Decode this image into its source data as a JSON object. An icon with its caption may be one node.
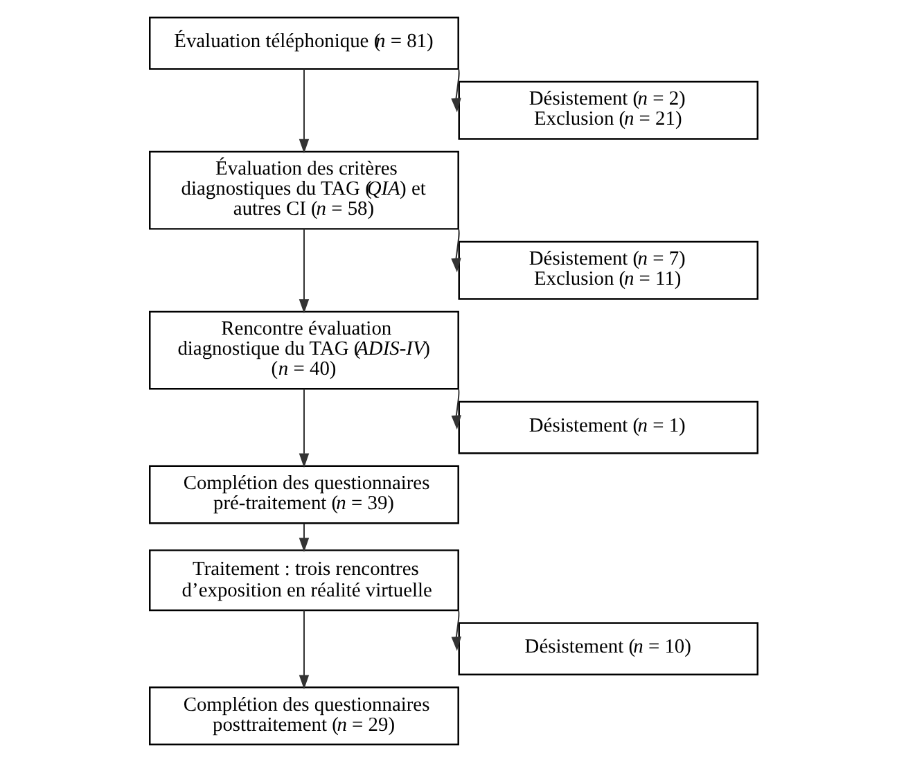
{
  "diagram": {
    "nodes": [
      {
        "text": [
          "Évaluation téléphonique (*n* = 81)"
        ]
      },
      {
        "text": [
          "Désistement (*n* = 2)",
          "Exclusion (*n* = 21)"
        ]
      },
      {
        "text": [
          "Évaluation des critères diagnostiques du TAG (*QIA*) et autres CI (*n* = 58)"
        ]
      },
      {
        "text": [
          "Désistement (*n* = 7)",
          "Exclusion (*n* = 11)"
        ]
      },
      {
        "text": [
          "Rencontre évaluation diagnostique du TAG (*ADIS-IV*) (*n* = 40)"
        ]
      },
      {
        "text": [
          "Désistement (*n* = 1)"
        ]
      },
      {
        "text": [
          "Complétion des questionnaires pré-traitement (*n* = 39)"
        ]
      },
      {
        "text": [
          "Traitement : trois rencontres d’exposition en réalité virtuelle"
        ]
      },
      {
        "text": [
          "Désistement (*n* = 10)"
        ]
      },
      {
        "text": [
          "Complétion des questionnaires posttraitement (*n* = 29)"
        ]
      }
    ],
    "edges": [
      {
        "from": 0,
        "to": 2,
        "arrow": "to"
      },
      {
        "from": 0,
        "to": 1,
        "arrow": "to"
      },
      {
        "from": 2,
        "to": 4,
        "arrow": "to"
      },
      {
        "from": 2,
        "to": 3,
        "arrow": "to"
      },
      {
        "from": 4,
        "to": 6,
        "arrow": "to"
      },
      {
        "from": 4,
        "to": 5,
        "arrow": "to"
      },
      {
        "from": 6,
        "to": 7,
        "arrow": "to"
      },
      {
        "from": 7,
        "to": 9,
        "arrow": "to"
      },
      {
        "from": 7,
        "to": 8,
        "arrow": "to"
      }
    ]
  }
}
